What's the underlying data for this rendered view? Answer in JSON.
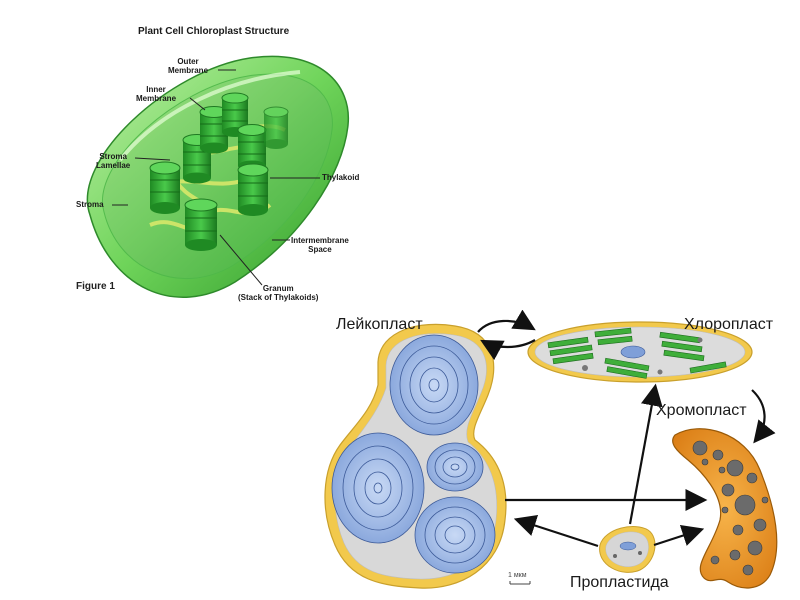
{
  "figure1": {
    "title": "Plant Cell Chloroplast Structure",
    "caption": "Figure 1",
    "labels": {
      "outer_membrane_1": "Outer",
      "outer_membrane_2": "Membrane",
      "inner_membrane_1": "Inner",
      "inner_membrane_2": "Membrane",
      "stroma_lamellae_1": "Stroma",
      "stroma_lamellae_2": "Lamellae",
      "stroma": "Stroma",
      "thylakoid": "Thylakoid",
      "intermembrane_1": "Intermembrane",
      "intermembrane_2": "Space",
      "granum_1": "Granum",
      "granum_2": "(Stack of Thylakoids)"
    }
  },
  "figure2": {
    "labels": {
      "leucoplast": "Лейкопласт",
      "chloroplast": "Хлоропласт",
      "chromoplast": "Хромопласт",
      "proplastid": "Пропластида",
      "scale": "1 мкм"
    }
  },
  "colors": {
    "chloro_green": "#3fae3a",
    "leuco_blue": "#7f9fd8",
    "membrane_yellow": "#f2c94c",
    "chromo_orange": "#e8931e"
  }
}
